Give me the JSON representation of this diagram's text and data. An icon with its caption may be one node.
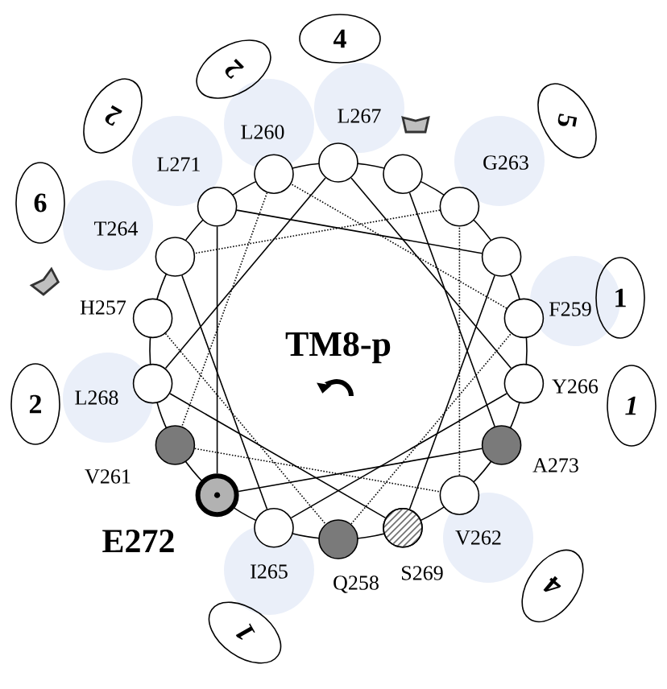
{
  "diagram": {
    "nodes": [
      {
        "text": [],
        "shape": "circle",
        "beside": [
          "H257"
        ]
      },
      {
        "text": [],
        "shape": "circle",
        "beside": [
          "Q258"
        ]
      },
      {
        "text": [],
        "shape": "circle",
        "beside": [
          "F259"
        ]
      },
      {
        "text": [],
        "shape": "circle",
        "beside": [
          "L260"
        ]
      },
      {
        "text": [],
        "shape": "circle",
        "beside": [
          "V261"
        ]
      },
      {
        "text": [],
        "shape": "circle",
        "beside": [
          "V262"
        ]
      },
      {
        "text": [],
        "shape": "circle",
        "beside": [
          "G263"
        ]
      },
      {
        "text": [],
        "shape": "circle",
        "beside": [
          "T264"
        ]
      },
      {
        "text": [],
        "shape": "circle",
        "beside": [
          "I265"
        ]
      },
      {
        "text": [],
        "shape": "circle",
        "beside": [
          "Y266"
        ]
      },
      {
        "text": [],
        "shape": "circle",
        "beside": [
          "L267"
        ]
      },
      {
        "text": [],
        "shape": "circle",
        "beside": [
          "L268"
        ]
      },
      {
        "text": [],
        "shape": "circle",
        "beside": [
          "S269"
        ]
      },
      {
        "text": [],
        "shape": "circle"
      },
      {
        "text": [],
        "shape": "circle",
        "beside": [
          "L271"
        ]
      },
      {
        "text": [],
        "shape": "circle",
        "beside": [
          "E272"
        ]
      },
      {
        "text": [],
        "shape": "circle",
        "beside": [
          "A273"
        ]
      },
      {
        "text": [],
        "shape": "circle"
      },
      {
        "text": [
          "4"
        ]
      },
      {
        "text": [
          "2"
        ]
      },
      {
        "text": [
          "2"
        ]
      },
      {
        "text": [
          "6"
        ]
      },
      {
        "text": [
          "5"
        ]
      },
      {
        "text": [
          "1"
        ]
      },
      {
        "text": [
          "1"
        ]
      },
      {
        "text": [
          "2"
        ]
      },
      {
        "text": [
          "4"
        ]
      },
      {
        "text": [
          "1"
        ]
      }
    ],
    "edges": [
      {
        "from": 0,
        "to": 1,
        "arrow": "none",
        "style": "dashed"
      },
      {
        "from": 1,
        "to": 2,
        "arrow": "none",
        "style": "dashed"
      },
      {
        "from": 2,
        "to": 3,
        "arrow": "none",
        "style": "dashed"
      },
      {
        "from": 3,
        "to": 4,
        "arrow": "none",
        "style": "dashed"
      },
      {
        "from": 4,
        "to": 5,
        "arrow": "none",
        "style": "dashed"
      },
      {
        "from": 5,
        "to": 6,
        "arrow": "none",
        "style": "dashed"
      },
      {
        "from": 6,
        "to": 7,
        "arrow": "none",
        "style": "dashed"
      },
      {
        "from": 7,
        "to": 8,
        "arrow": "none"
      },
      {
        "from": 8,
        "to": 9,
        "arrow": "none"
      },
      {
        "from": 9,
        "to": 10,
        "arrow": "none"
      },
      {
        "from": 10,
        "to": 11,
        "arrow": "none"
      },
      {
        "from": 11,
        "to": 12,
        "arrow": "none"
      },
      {
        "from": 12,
        "to": 13,
        "arrow": "none"
      },
      {
        "from": 13,
        "to": 14,
        "arrow": "none"
      },
      {
        "from": 14,
        "to": 15,
        "arrow": "none"
      },
      {
        "from": 15,
        "to": 16,
        "arrow": "none"
      },
      {
        "from": 16,
        "to": 17,
        "arrow": "none"
      }
    ],
    "labels": [
      "TM8-p"
    ]
  }
}
